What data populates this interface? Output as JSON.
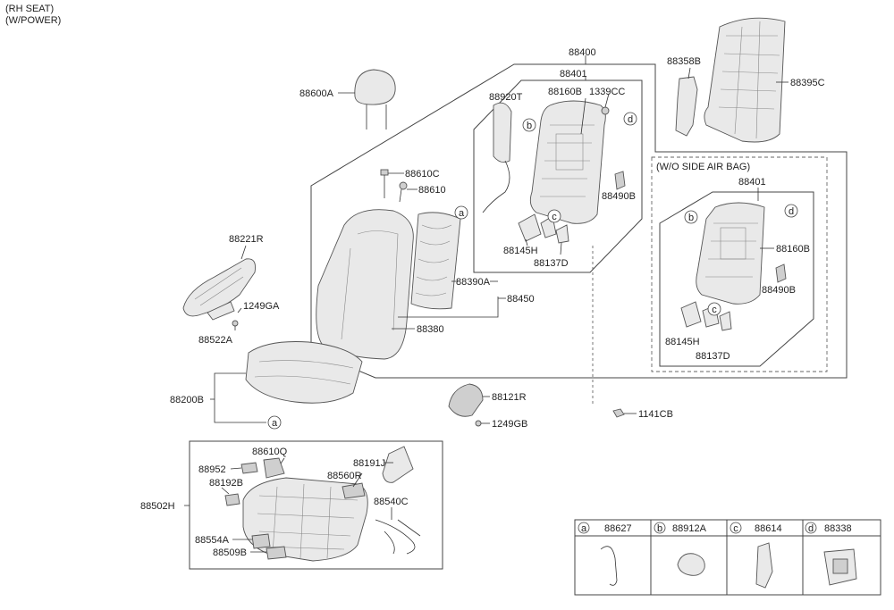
{
  "header": {
    "line1": "(RH SEAT)",
    "line2": "(W/POWER)"
  },
  "inset_title": "(W/O SIDE AIR BAG)",
  "labels": {
    "p88400": "88400",
    "p88401": "88401",
    "p88358B": "88358B",
    "p88395C": "88395C",
    "p88600A": "88600A",
    "p88920T": "88920T",
    "p88160B": "88160B",
    "p1339CC": "1339CC",
    "p88610C": "88610C",
    "p88610": "88610",
    "p88490B": "88490B",
    "p88221R": "88221R",
    "p88145H": "88145H",
    "p88137D": "88137D",
    "p88390A": "88390A",
    "p88450": "88450",
    "p1249GA": "1249GA",
    "p88522A": "88522A",
    "p88380": "88380",
    "p88200B": "88200B",
    "p88121R": "88121R",
    "p1249GB": "1249GB",
    "p1141CB": "1141CB",
    "p88610Q": "88610Q",
    "p88952": "88952",
    "p88191J": "88191J",
    "p88192B": "88192B",
    "p88560R": "88560R",
    "p88502H": "88502H",
    "p88540C": "88540C",
    "p88554A": "88554A",
    "p88509B": "88509B",
    "inset_88401": "88401",
    "inset_88160B": "88160B",
    "inset_88490B": "88490B",
    "inset_88145H": "88145H",
    "inset_88137D": "88137D"
  },
  "callouts": {
    "a": "a",
    "b": "b",
    "c": "c",
    "d": "d"
  },
  "legend": [
    {
      "letter": "a",
      "part": "88627"
    },
    {
      "letter": "b",
      "part": "88912A"
    },
    {
      "letter": "c",
      "part": "88614"
    },
    {
      "letter": "d",
      "part": "88338"
    }
  ]
}
